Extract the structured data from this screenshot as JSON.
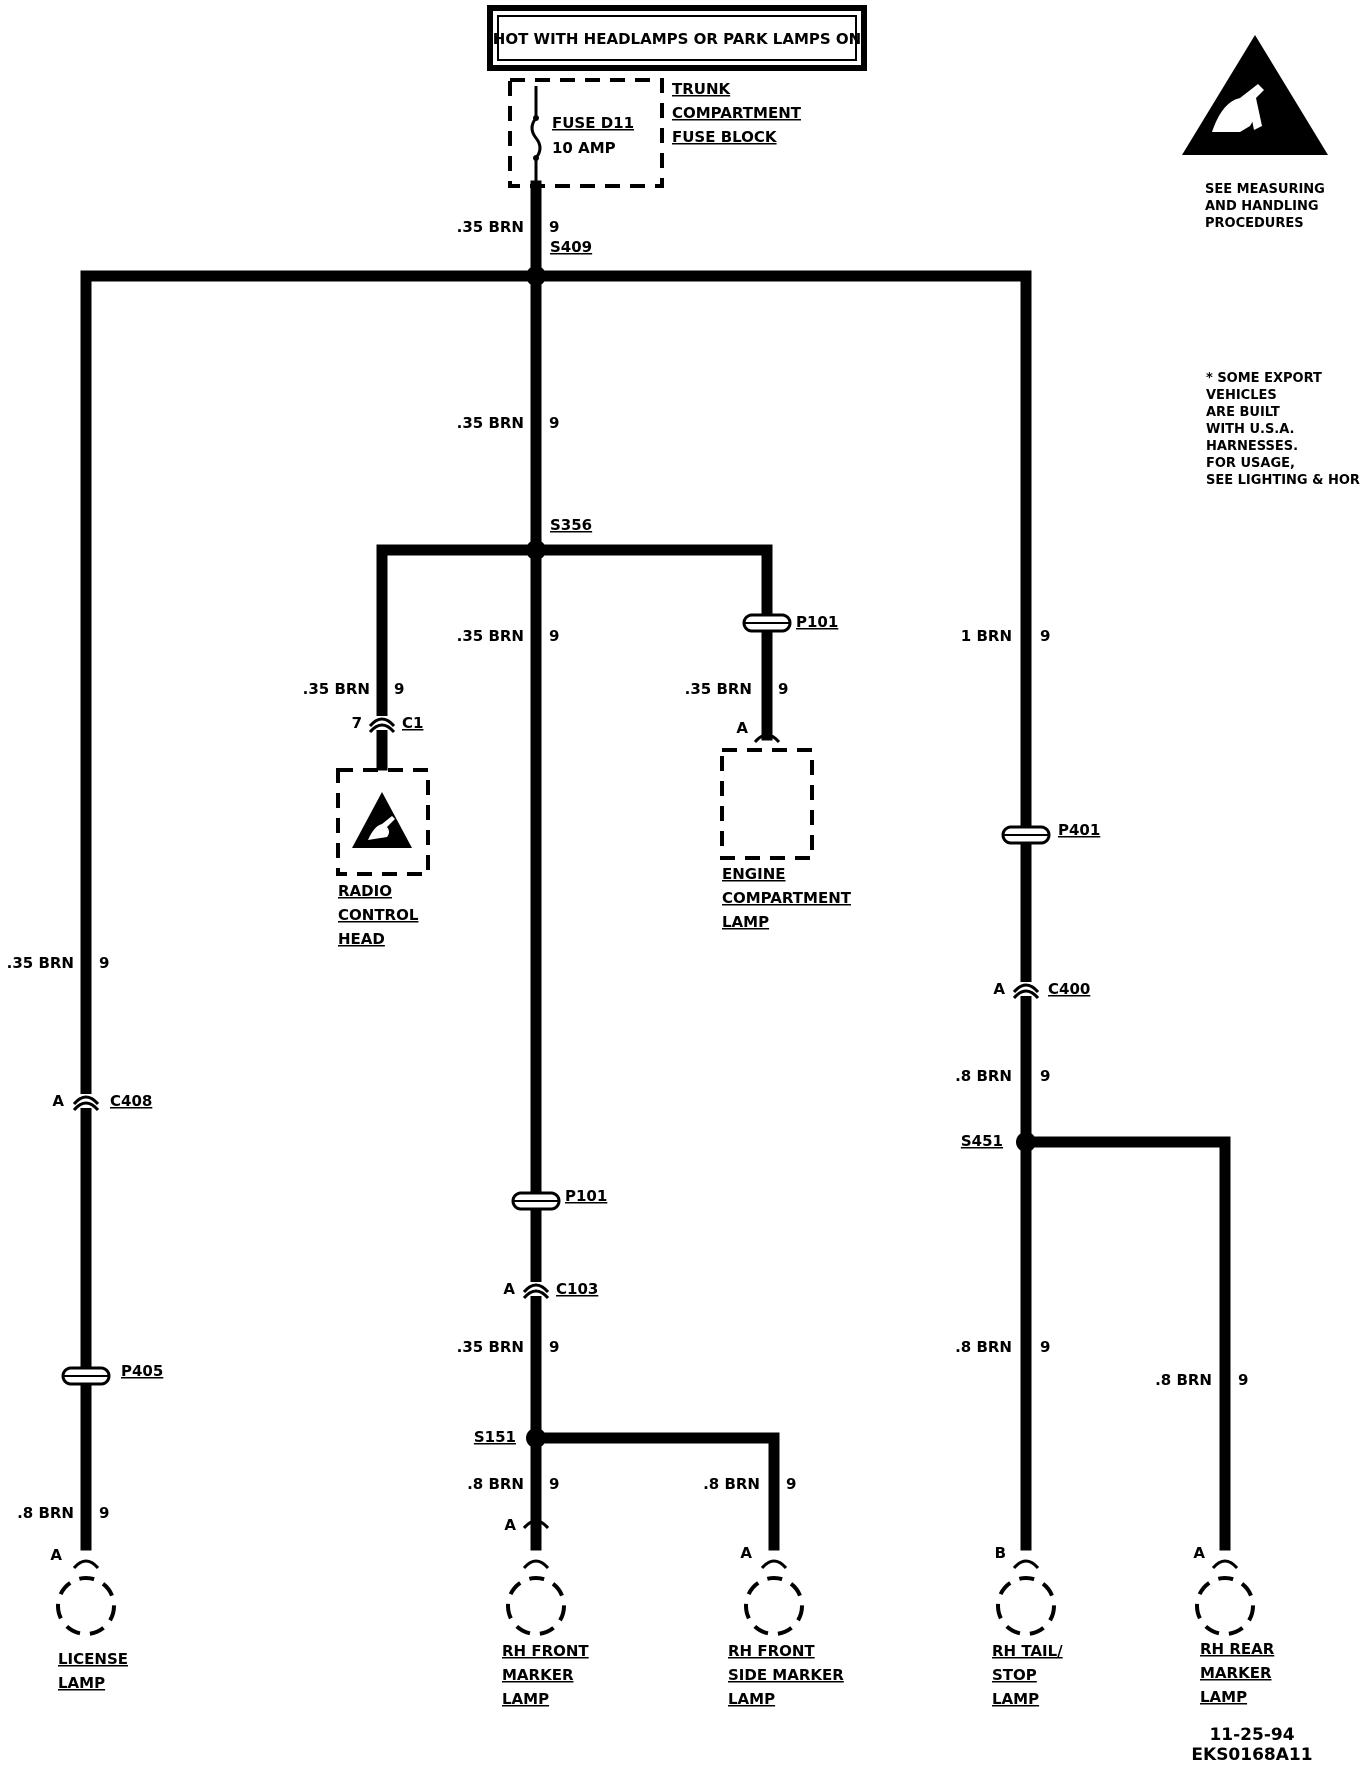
{
  "header": {
    "power_label": "HOT WITH HEADLAMPS OR PARK LAMPS ON"
  },
  "fuse": {
    "name": "FUSE D11",
    "rating": "10 AMP",
    "block_line1": "TRUNK",
    "block_line2": "COMPARTMENT",
    "block_line3": "FUSE BLOCK"
  },
  "esd_note": {
    "line1": "SEE MEASURING",
    "line2": "AND HANDLING",
    "line3": "PROCEDURES"
  },
  "export_note": {
    "line1": "* SOME EXPORT",
    "line2": "VEHICLES",
    "line3": "ARE BUILT",
    "line4": "WITH U.S.A.",
    "line5": "HARNESSES.",
    "line6": "FOR USAGE,",
    "line7": "SEE LIGHTING & HORNS"
  },
  "wires": {
    "w035": ".35 BRN",
    "w08": ".8 BRN",
    "w1": "1 BRN",
    "circuit": "9"
  },
  "splices": {
    "s409": "S409",
    "s356": "S356",
    "s451": "S451",
    "s151": "S151"
  },
  "connectors": {
    "p101": "P101",
    "p401": "P401",
    "p405": "P405",
    "c1": "C1",
    "c400": "C400",
    "c408": "C408",
    "c103": "C103"
  },
  "pins": {
    "a": "A",
    "b": "B",
    "seven": "7"
  },
  "components": {
    "radio": {
      "line1": "RADIO",
      "line2": "CONTROL",
      "line3": "HEAD"
    },
    "engine_lamp": {
      "line1": "ENGINE",
      "line2": "COMPARTMENT",
      "line3": "LAMP"
    },
    "license_lamp": {
      "line1": "LICENSE",
      "line2": "LAMP"
    },
    "rh_front_marker": {
      "line1": "RH FRONT",
      "line2": "MARKER",
      "line3": "LAMP"
    },
    "rh_front_side_marker": {
      "line1": "RH FRONT",
      "line2": "SIDE MARKER",
      "line3": "LAMP"
    },
    "rh_tail_stop": {
      "line1": "RH TAIL/",
      "line2": "STOP",
      "line3": "LAMP"
    },
    "rh_rear_marker": {
      "line1": "RH REAR",
      "line2": "MARKER",
      "line3": "LAMP"
    }
  },
  "footer": {
    "date": "11-25-94",
    "code": "EKS0168A11"
  }
}
